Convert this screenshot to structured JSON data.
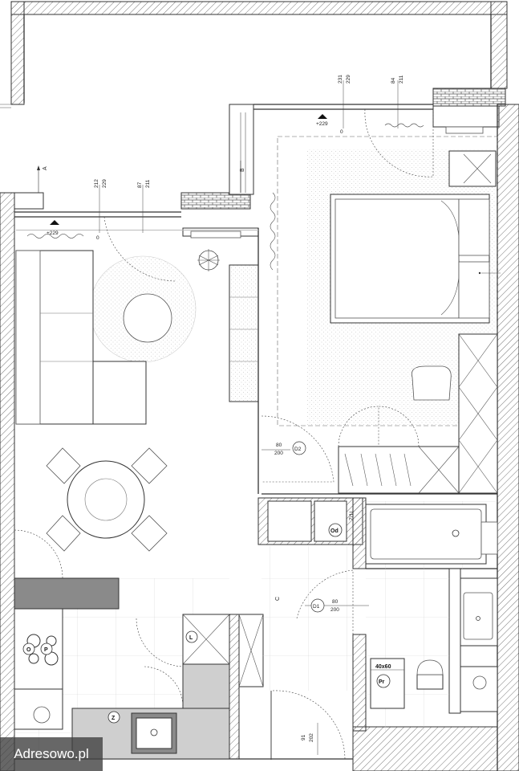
{
  "watermark": "Adresowo.pl",
  "labels": {
    "win1_top": "212",
    "win1_bot": "229",
    "win2_top": "87",
    "win2_bot": "211",
    "win3_top": "231",
    "win3_bot": "229",
    "win4_top": "84",
    "win4_bot": "211",
    "level_229_a": "+229",
    "level_229_b": "+229",
    "zero_a": "0",
    "zero_b": "0",
    "section_a": "A",
    "section_b": "B",
    "section_c": "C",
    "d2_w": "80",
    "d2_h": "200",
    "d2_tag": "D2",
    "d1_w": "80",
    "d1_h": "200",
    "d1_tag": "D1",
    "entry_w": "91",
    "entry_h": "202",
    "wall_v": "Z/1L",
    "od": "Od",
    "l_tag": "L",
    "o_tag": "O",
    "p_tag": "P",
    "z_tag": "Z",
    "pr_size": "40x60",
    "pr_tag": "Pr"
  },
  "colors": {
    "wall_hatch": "#777777",
    "dot_fill": "#d9d9d9",
    "counter": "#8a8a8a"
  }
}
